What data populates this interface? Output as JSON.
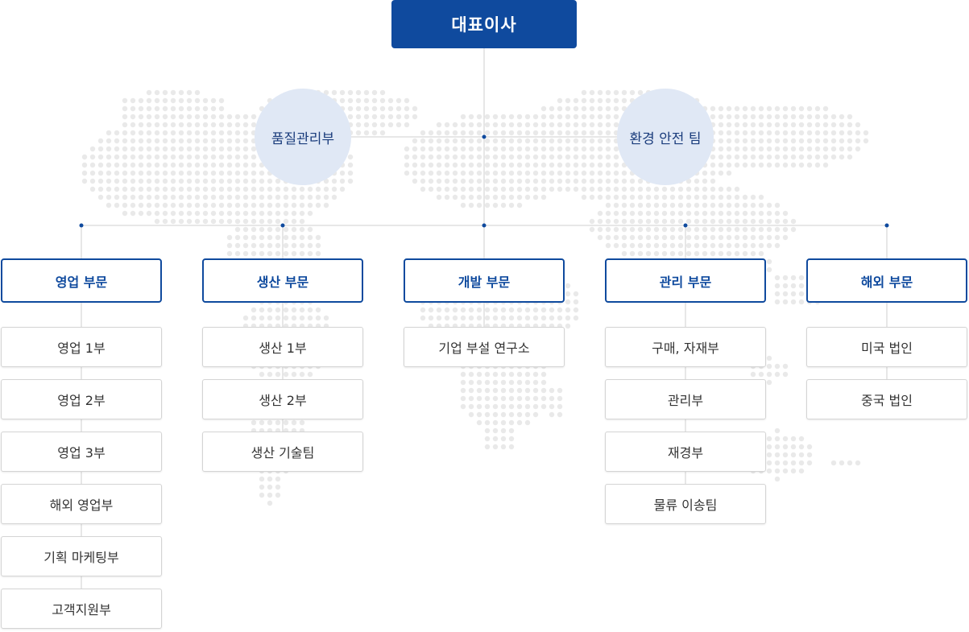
{
  "ceo": "대표이사",
  "staff": {
    "quality": "품질관리부",
    "environment": "환경 안전 팀"
  },
  "divisions": [
    {
      "title": "영업 부문",
      "depts": [
        "영업 1부",
        "영업 2부",
        "영업 3부",
        "해외 영업부",
        "기획 마케팅부",
        "고객지원부"
      ]
    },
    {
      "title": "생산 부문",
      "depts": [
        "생산 1부",
        "생산 2부",
        "생산 기술팀"
      ]
    },
    {
      "title": "개발 부문",
      "depts": [
        "기업 부설 연구소"
      ]
    },
    {
      "title": "관리 부문",
      "depts": [
        "구매, 자재부",
        "관리부",
        "재경부",
        "물류 이송팀"
      ]
    },
    {
      "title": "해외 부문",
      "depts": [
        "미국 법인",
        "중국 법인"
      ]
    }
  ],
  "colors": {
    "primary": "#0f4a9e",
    "circle_fill": "#e0e8f5",
    "line": "#cfcfcf",
    "dot": "#0f4a9e",
    "map_dots": "#e9e9e9"
  }
}
